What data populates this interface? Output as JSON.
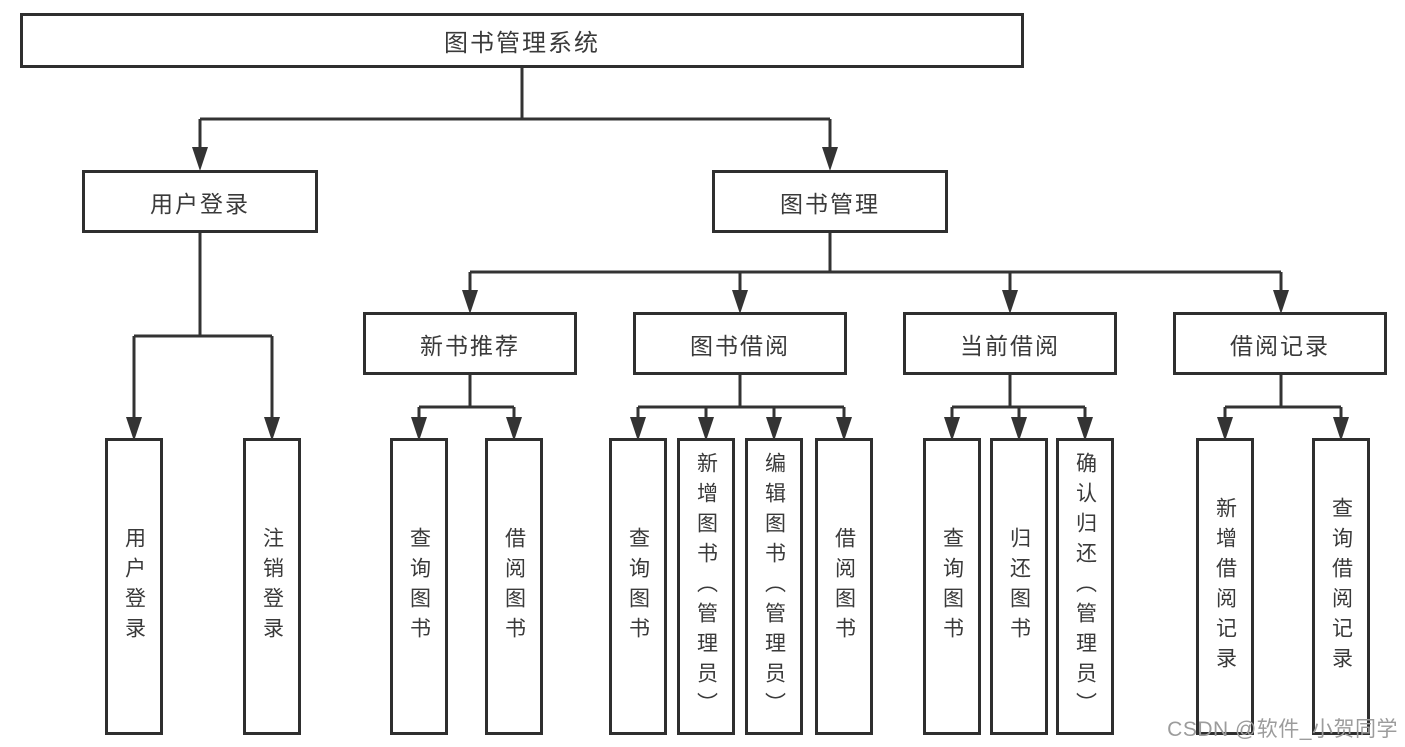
{
  "diagram": {
    "root": {
      "label": "图书管理系统"
    },
    "level2": [
      {
        "id": "user-login",
        "label": "用户登录"
      },
      {
        "id": "book-mgmt",
        "label": "图书管理"
      }
    ],
    "level3": [
      {
        "id": "new-books",
        "label": "新书推荐"
      },
      {
        "id": "book-borrow",
        "label": "图书借阅"
      },
      {
        "id": "current-borrow",
        "label": "当前借阅"
      },
      {
        "id": "borrow-records",
        "label": "借阅记录"
      }
    ],
    "leaves": {
      "user_login": [
        "用户登录",
        "注销登录"
      ],
      "new_books": [
        "查询图书",
        "借阅图书"
      ],
      "book_borrow": [
        "查询图书",
        "新增图书（管理员）",
        "编辑图书（管理员）",
        "借阅图书"
      ],
      "current_borrow": [
        "查询图书",
        "归还图书",
        "确认归还（管理员）"
      ],
      "borrow_records": [
        "新增借阅记录",
        "查询借阅记录"
      ]
    }
  },
  "watermark": {
    "text": "CSDN @软件_小贺同学"
  },
  "colors": {
    "background": "#ffffff",
    "line": "#333333",
    "box_border": "#2f2f2f",
    "text": "#3a3a3a",
    "watermark": "#9c9c9c"
  }
}
